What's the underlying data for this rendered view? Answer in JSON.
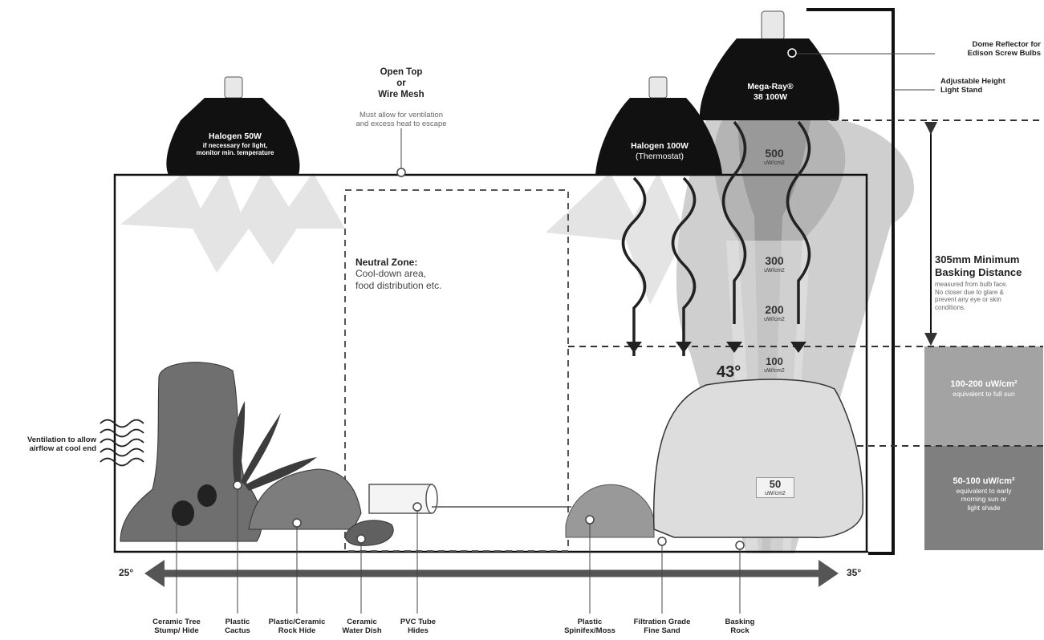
{
  "top_label": {
    "line1": "Open Top",
    "line2": "or",
    "line3": "Wire Mesh",
    "note1": "Must allow for ventilation",
    "note2": "and excess heat to escape"
  },
  "lamps": {
    "halogen50": {
      "name": "Halogen 50W",
      "note1": "if necessary for light,",
      "note2": "monitor min. temperature"
    },
    "halogen100": {
      "name": "Halogen 100W",
      "note": "(Thermostat)"
    },
    "megaray": {
      "name": "Mega-Ray®",
      "note": "38 100W"
    }
  },
  "side_labels": {
    "dome": {
      "line1": "Dome Reflector for",
      "line2": "Edison Screw Bulbs"
    },
    "stand": {
      "line1": "Adjustable Height",
      "line2": "Light Stand"
    },
    "ventilation": {
      "line1": "Ventilation to allow",
      "line2": "airflow at cool end"
    }
  },
  "neutral_zone": {
    "title": "Neutral Zone:",
    "line1": "Cool-down area,",
    "line2": "food distribution etc."
  },
  "basking_distance": {
    "title1": "305mm Minimum",
    "title2": "Basking Distance",
    "note1": "measured from bulb face.",
    "note2": "No closer due to glare &",
    "note3": "prevent any eye or skin",
    "note4": "conditions."
  },
  "uv_levels": [
    {
      "value": "500",
      "unit": "uW/cm2"
    },
    {
      "value": "300",
      "unit": "uW/cm2"
    },
    {
      "value": "200",
      "unit": "uW/cm2"
    },
    {
      "value": "100",
      "unit": "uW/cm2"
    },
    {
      "value": "50",
      "unit": "uW/cm2"
    }
  ],
  "angle": "43°",
  "uv_zones": [
    {
      "title": "100-200 uW/cm²",
      "line1": "equivalent to full sun"
    },
    {
      "title": "50-100 uW/cm²",
      "line1": "equivalent to early",
      "line2": "morning sun or",
      "line3": "light shade"
    }
  ],
  "temperature": {
    "cool": "25°",
    "hot": "35°"
  },
  "items": [
    {
      "line1": "Ceramic Tree",
      "line2": "Stump/ Hide"
    },
    {
      "line1": "Plastic",
      "line2": "Cactus"
    },
    {
      "line1": "Plastic/Ceramic",
      "line2": "Rock Hide"
    },
    {
      "line1": "Ceramic",
      "line2": "Water Dish"
    },
    {
      "line1": "PVC Tube",
      "line2": "Hides"
    },
    {
      "line1": "Plastic",
      "line2": "Spinifex/Moss"
    },
    {
      "line1": "Filtration Grade",
      "line2": "Fine Sand"
    },
    {
      "line1": "Basking",
      "line2": "Rock"
    }
  ],
  "colors": {
    "lamp": "#111111",
    "beam_light": "#e3e3e3",
    "uv_dark": "#a6a6a6",
    "zone1": "#9a9a9a",
    "zone2": "#7d7d7d",
    "arrow": "#555555",
    "outline": "#111111"
  }
}
